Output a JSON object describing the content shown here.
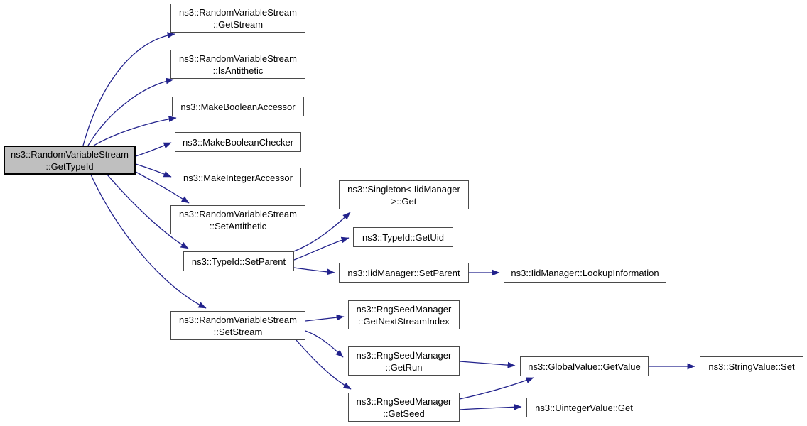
{
  "diagram": {
    "kind": "doxygen-call-graph",
    "root_function": "ns3::RandomVariableStream::GetTypeId",
    "colors": {
      "edge": "#22228c",
      "node_border": "#4a4a4a",
      "node_fill": "#ffffff",
      "root_fill": "#bfbfbf",
      "root_border": "#000000",
      "text": "#000000"
    },
    "nodes": [
      {
        "id": "GetTypeId",
        "label": "ns3::RandomVariableStream\n::GetTypeId"
      },
      {
        "id": "GetStream",
        "label": "ns3::RandomVariableStream\n::GetStream"
      },
      {
        "id": "IsAntithetic",
        "label": "ns3::RandomVariableStream\n::IsAntithetic"
      },
      {
        "id": "MakeBooleanAccessor",
        "label": "ns3::MakeBooleanAccessor"
      },
      {
        "id": "MakeBooleanChecker",
        "label": "ns3::MakeBooleanChecker"
      },
      {
        "id": "MakeIntegerAccessor",
        "label": "ns3::MakeIntegerAccessor"
      },
      {
        "id": "SetAntithetic",
        "label": "ns3::RandomVariableStream\n::SetAntithetic"
      },
      {
        "id": "TypeIdSetParent",
        "label": "ns3::TypeId::SetParent"
      },
      {
        "id": "SetStream",
        "label": "ns3::RandomVariableStream\n::SetStream"
      },
      {
        "id": "SingletonGet",
        "label": "ns3::Singleton< IidManager\n>::Get"
      },
      {
        "id": "TypeIdGetUid",
        "label": "ns3::TypeId::GetUid"
      },
      {
        "id": "IidManagerSetParent",
        "label": "ns3::IidManager::SetParent"
      },
      {
        "id": "LookupInformation",
        "label": "ns3::IidManager::LookupInformation"
      },
      {
        "id": "GetNextStreamIndex",
        "label": "ns3::RngSeedManager\n::GetNextStreamIndex"
      },
      {
        "id": "GetRun",
        "label": "ns3::RngSeedManager\n::GetRun"
      },
      {
        "id": "GetSeed",
        "label": "ns3::RngSeedManager\n::GetSeed"
      },
      {
        "id": "GlobalValueGetValue",
        "label": "ns3::GlobalValue::GetValue"
      },
      {
        "id": "UintegerValueGet",
        "label": "ns3::UintegerValue::Get"
      },
      {
        "id": "StringValueSet",
        "label": "ns3::StringValue::Set"
      }
    ],
    "edges": [
      {
        "from": "GetTypeId",
        "to": "GetStream"
      },
      {
        "from": "GetTypeId",
        "to": "IsAntithetic"
      },
      {
        "from": "GetTypeId",
        "to": "MakeBooleanAccessor"
      },
      {
        "from": "GetTypeId",
        "to": "MakeBooleanChecker"
      },
      {
        "from": "GetTypeId",
        "to": "MakeIntegerAccessor"
      },
      {
        "from": "GetTypeId",
        "to": "SetAntithetic"
      },
      {
        "from": "GetTypeId",
        "to": "TypeIdSetParent"
      },
      {
        "from": "GetTypeId",
        "to": "SetStream"
      },
      {
        "from": "TypeIdSetParent",
        "to": "SingletonGet"
      },
      {
        "from": "TypeIdSetParent",
        "to": "TypeIdGetUid"
      },
      {
        "from": "TypeIdSetParent",
        "to": "IidManagerSetParent"
      },
      {
        "from": "IidManagerSetParent",
        "to": "LookupInformation"
      },
      {
        "from": "SetStream",
        "to": "GetNextStreamIndex"
      },
      {
        "from": "SetStream",
        "to": "GetRun"
      },
      {
        "from": "SetStream",
        "to": "GetSeed"
      },
      {
        "from": "GetRun",
        "to": "GlobalValueGetValue"
      },
      {
        "from": "GetSeed",
        "to": "GlobalValueGetValue"
      },
      {
        "from": "GetSeed",
        "to": "UintegerValueGet"
      },
      {
        "from": "GlobalValueGetValue",
        "to": "StringValueSet"
      }
    ]
  }
}
